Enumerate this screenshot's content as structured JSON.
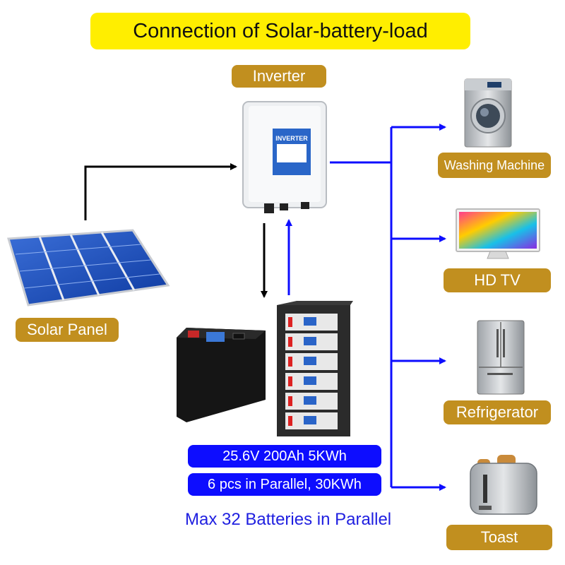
{
  "title": "Connection of Solar-battery-load",
  "inverter": {
    "label": "Inverter",
    "screen_text": "INVERTER"
  },
  "solar_panel": {
    "label": "Solar Panel"
  },
  "battery_specs": {
    "line1": "25.6V 200Ah 5KWh",
    "line2": "6 pcs in Parallel, 30KWh",
    "note": "Max 32 Batteries in Parallel"
  },
  "loads": [
    {
      "label": "Washing Machine",
      "icon": "washing-machine-icon"
    },
    {
      "label": "HD TV",
      "icon": "tv-icon"
    },
    {
      "label": "Refrigerator",
      "icon": "refrigerator-icon"
    },
    {
      "label": "Toast",
      "icon": "toaster-icon"
    }
  ],
  "colors": {
    "title_bg": "#ffee00",
    "label_bg": "#c18f1f",
    "spec_bg": "#0d0dff",
    "load_line": "#0d0dff",
    "dc_line": "#000000"
  }
}
